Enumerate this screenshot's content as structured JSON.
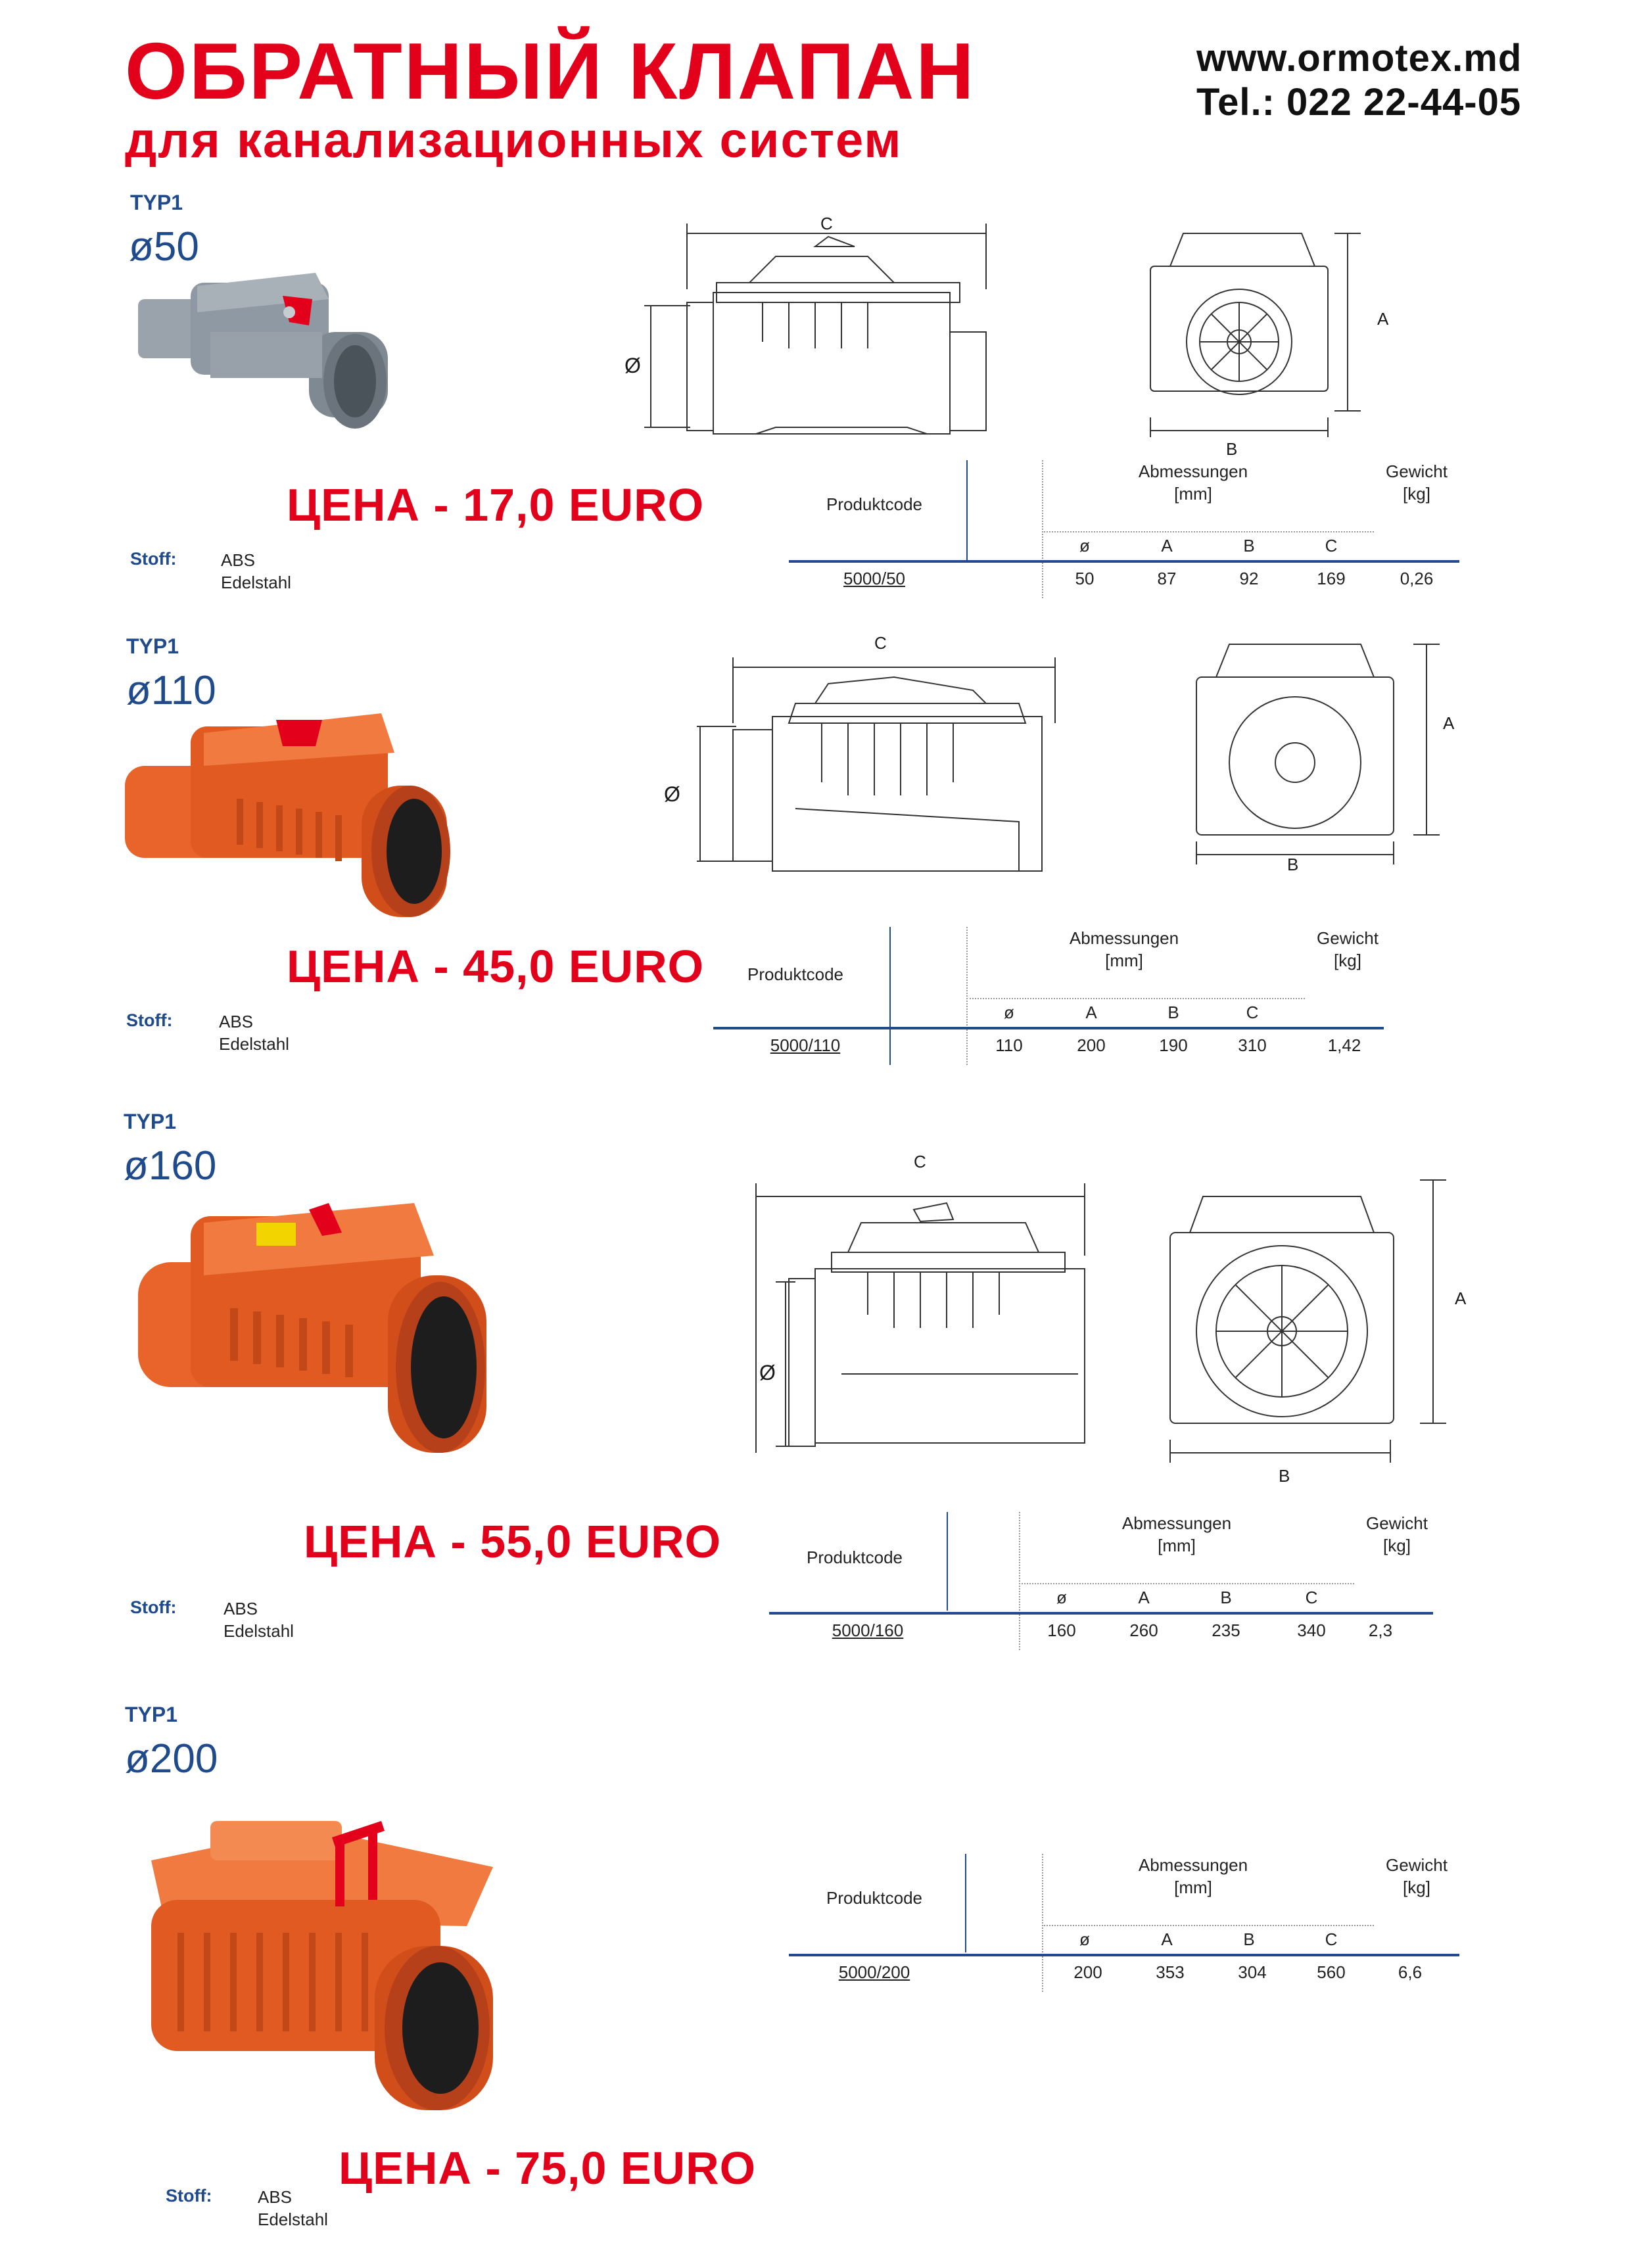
{
  "header": {
    "title": "ОБРАТНЫЙ КЛАПАН",
    "subtitle": "для канализационных систем",
    "website": "www.ormotex.md",
    "phone": "Tel.: 022 22-44-05"
  },
  "colors": {
    "accent_red": "#e3001b",
    "label_blue": "#1f4a8c",
    "pvc_orange": "#e8642a",
    "pvc_grey": "#8f99a3"
  },
  "table_labels": {
    "produktcode": "Produktcode",
    "abmessungen": "Abmessungen",
    "mm": "[mm]",
    "gewicht": "Gewicht",
    "kg": "[kg]",
    "col_d": "ø",
    "col_a": "A",
    "col_b": "B",
    "col_c": "C"
  },
  "drawing_labels": {
    "c": "C",
    "a": "A",
    "b": "B",
    "dia": "Ø"
  },
  "stoff_label": "Stoff:",
  "products": [
    {
      "typ": "TYP1",
      "diameter": "ø50",
      "price": "ЦЕНА - 17,0 EURO",
      "stoff": [
        "ABS",
        "Edelstahl"
      ],
      "code": "5000/50",
      "d": "50",
      "a": "87",
      "b": "92",
      "c": "169",
      "weight": "0,26",
      "photo_color": "grey"
    },
    {
      "typ": "TYP1",
      "diameter": "ø110",
      "price": "ЦЕНА - 45,0 EURO",
      "stoff": [
        "ABS",
        "Edelstahl"
      ],
      "code": "5000/110",
      "d": "110",
      "a": "200",
      "b": "190",
      "c": "310",
      "weight": "1,42",
      "photo_color": "orange"
    },
    {
      "typ": "TYP1",
      "diameter": "ø160",
      "price": "ЦЕНА - 55,0 EURO",
      "stoff": [
        "ABS",
        "Edelstahl"
      ],
      "code": "5000/160",
      "d": "160",
      "a": "260",
      "b": "235",
      "c": "340",
      "weight": "2,3",
      "photo_color": "orange"
    },
    {
      "typ": "TYP1",
      "diameter": "ø200",
      "price": "ЦЕНА - 75,0 EURO",
      "stoff": [
        "ABS",
        "Edelstahl"
      ],
      "code": "5000/200",
      "d": "200",
      "a": "353",
      "b": "304",
      "c": "560",
      "weight": "6,6",
      "photo_color": "orange"
    }
  ]
}
